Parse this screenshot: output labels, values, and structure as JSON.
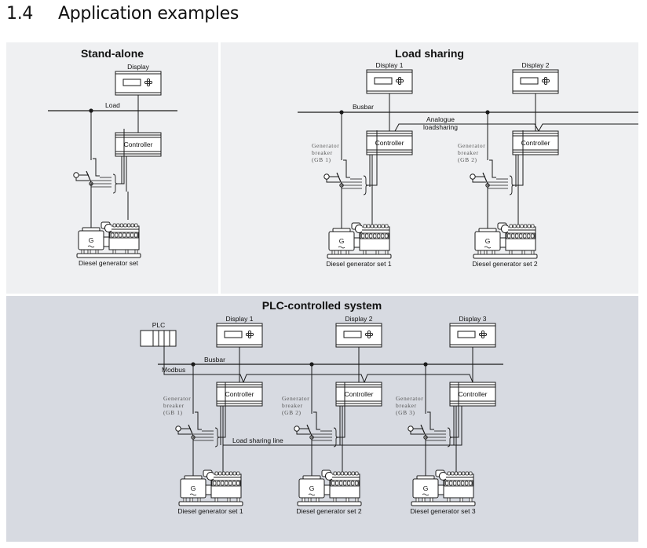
{
  "heading": {
    "number": "1.4",
    "title": "Application examples"
  },
  "panels": {
    "standalone": {
      "title": "Stand-alone",
      "bus_label": "Load",
      "units": [
        {
          "display_label": "Display",
          "controller_label": "Controller",
          "genset_label": "Diesel generator set",
          "breaker_label": []
        }
      ]
    },
    "loadsharing": {
      "title": "Load sharing",
      "bus_label": "Busbar",
      "link_label": [
        "Analogue",
        "loadsharing"
      ],
      "units": [
        {
          "display_label": "Display 1",
          "controller_label": "Controller",
          "genset_label": "Diesel generator set 1",
          "breaker_label": [
            "Generator",
            "breaker",
            "(GB 1)"
          ]
        },
        {
          "display_label": "Display 2",
          "controller_label": "Controller",
          "genset_label": "Diesel generator set 2",
          "breaker_label": [
            "Generator",
            "breaker",
            "(GB 2)"
          ]
        }
      ]
    },
    "plc": {
      "title": "PLC-controlled system",
      "plc_label": "PLC",
      "bus_label": "Busbar",
      "modbus_label": "Modbus",
      "loadshare_label": "Load sharing line",
      "units": [
        {
          "display_label": "Display 1",
          "controller_label": "Controller",
          "genset_label": "Diesel generator set 1",
          "breaker_label": [
            "Generator",
            "breaker",
            "(GB 1)"
          ]
        },
        {
          "display_label": "Display 2",
          "controller_label": "Controller",
          "genset_label": "Diesel generator set 2",
          "breaker_label": [
            "Generator",
            "breaker",
            "(GB 2)"
          ]
        },
        {
          "display_label": "Display 3",
          "controller_label": "Controller",
          "genset_label": "Diesel generator set 3",
          "breaker_label": [
            "Generator",
            "breaker",
            "(GB 3)"
          ]
        }
      ]
    }
  },
  "generator_symbol": "G",
  "colors": {
    "line": "#1a1a1a",
    "panel_light": "#eff0f2",
    "panel_dark": "#d7dae1",
    "box_fill": "#ffffff"
  }
}
